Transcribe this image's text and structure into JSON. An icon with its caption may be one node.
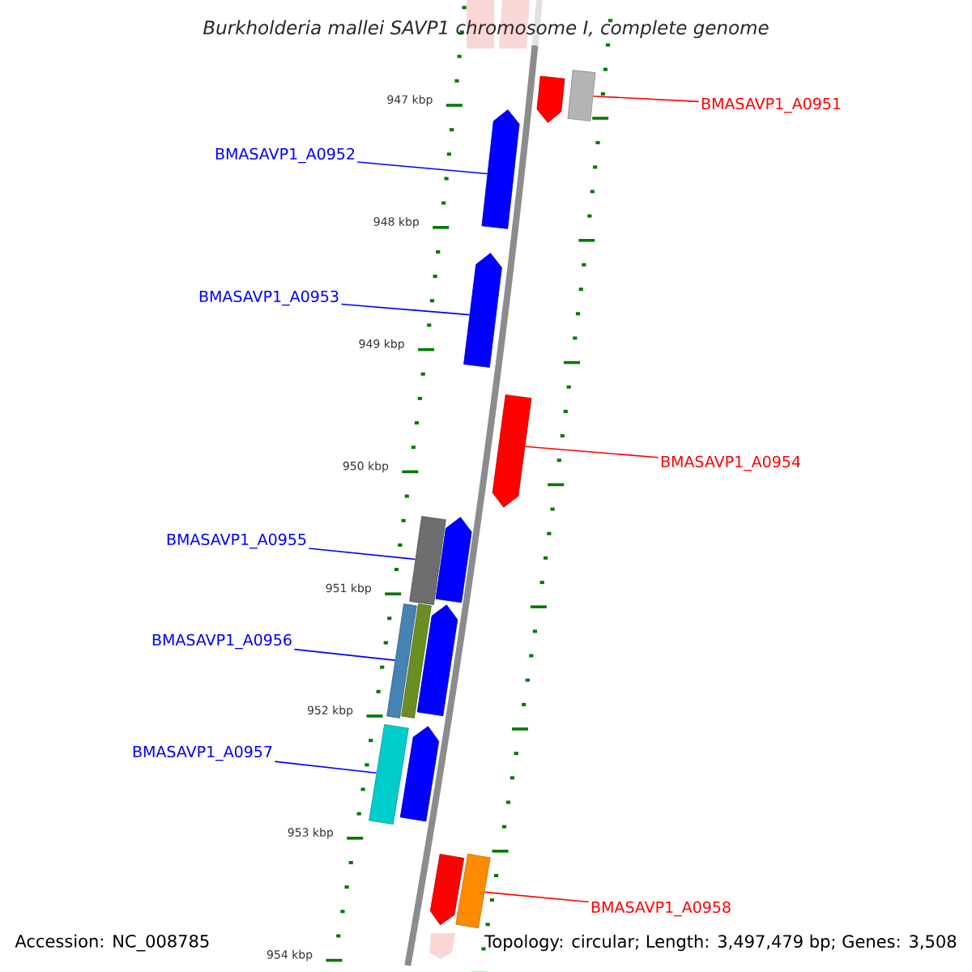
{
  "diagram": {
    "title": "Burkholderia mallei SAVP1 chromosome I, complete genome",
    "nodes": [
      {
        "text": [
          "BMASAVP1_A0951"
        ]
      },
      {
        "text": [
          "BMASAVP1_A0952"
        ]
      },
      {
        "text": [
          "BMASAVP1_A0953"
        ]
      },
      {
        "text": [
          "BMASAVP1_A0954"
        ]
      },
      {
        "text": [
          "BMASAVP1_A0955"
        ]
      },
      {
        "text": [
          "BMASAVP1_A0956"
        ]
      },
      {
        "text": [
          "BMASAVP1_A0957"
        ]
      },
      {
        "text": [
          "BMASAVP1_A0958"
        ]
      },
      {
        "text": [],
        "shape": "pentagon"
      },
      {
        "text": [],
        "shape": "bar"
      },
      {
        "text": [],
        "shape": "pentagon"
      },
      {
        "text": [],
        "shape": "pentagon"
      },
      {
        "text": [],
        "shape": "pentagon"
      },
      {
        "text": [],
        "shape": "bar"
      },
      {
        "text": [],
        "shape": "pentagon"
      },
      {
        "text": [],
        "shape": "bar"
      },
      {
        "text": [],
        "shape": "bar"
      },
      {
        "text": [],
        "shape": "pentagon"
      },
      {
        "text": [],
        "shape": "bar"
      },
      {
        "text": [],
        "shape": "pentagon"
      },
      {
        "text": [],
        "shape": "pentagon"
      },
      {
        "text": [],
        "shape": "bar"
      }
    ],
    "edges": [
      {
        "from": 0,
        "to": 9,
        "arrow": "none",
        "color": "#ff0000"
      },
      {
        "from": 1,
        "to": 10,
        "arrow": "none"
      },
      {
        "from": 2,
        "to": 11,
        "arrow": "none"
      },
      {
        "from": 3,
        "to": 12,
        "arrow": "none",
        "color": "#ff0000"
      },
      {
        "from": 4,
        "to": 13,
        "arrow": "none"
      },
      {
        "from": 5,
        "to": 15,
        "arrow": "none"
      },
      {
        "from": 6,
        "to": 18,
        "arrow": "none"
      },
      {
        "from": 7,
        "to": 21,
        "arrow": "none",
        "color": "#ff0000"
      }
    ],
    "labels": [
      "947 kbp",
      "948 kbp",
      "949 kbp",
      "950 kbp",
      "951 kbp",
      "952 kbp",
      "953 kbp",
      "954 kbp",
      "Accession: NC_008785",
      "Topology: circular; Length: 3,497,479 bp; Genes: 3,508"
    ]
  }
}
